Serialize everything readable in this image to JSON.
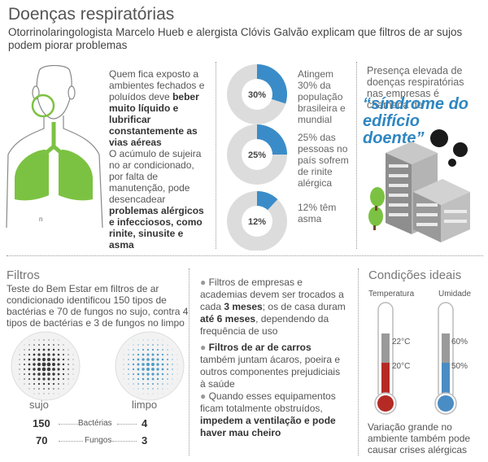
{
  "header": {
    "title": "Doenças respiratórias",
    "subtitle": "Otorrinolaringologista Marcelo Hueb e alergista Clóvis Galvão explicam que filtros de ar sujos podem piorar problemas"
  },
  "body_panel": {
    "text1_plain": "Quem fica exposto a ambientes fechados e poluídos deve",
    "text1_bold": "beber muito líquido e lubrificar constantemente as vias aéreas",
    "text2_plain": "O acúmulo de sujeira no ar condicionado, por falta de manutenção, pode desencadear",
    "text2_bold": "problemas alérgicos e infecciosos, como rinite, sinusite e asma",
    "colors": {
      "lung": "#7cc242",
      "body": "#ffffff",
      "outline": "#888888"
    }
  },
  "chart_data": {
    "type": "pie",
    "charts": [
      {
        "value": 30,
        "label": "30%",
        "text": "Atingem 30% da população brasileira e mundial"
      },
      {
        "value": 25,
        "label": "25%",
        "text": "25% das pessoas no país sofrem de rinite alérgica"
      },
      {
        "value": 12,
        "label": "12%",
        "text": "12% têm asma"
      }
    ],
    "colors": {
      "fill": "#3a8cc8",
      "rest": "#dcdcdc"
    }
  },
  "building_panel": {
    "intro": "Presença elevada de doenças respiratórias nas empresas é chamada de",
    "highlight": "“síndrome do edifício doente”"
  },
  "filters": {
    "title": "Filtros",
    "description": "Teste do Bem Estar em filtros de ar condicionado identificou 150 tipos de bactérias e 70 de fungos no sujo, contra 4 tipos de bactérias e 3 de fungos no limpo",
    "dirty_label": "sujo",
    "clean_label": "limpo",
    "rows": [
      {
        "left": "150",
        "name": "Bactérias",
        "right": "4"
      },
      {
        "left": "70",
        "name": "Fungos",
        "right": "3"
      }
    ],
    "bullets": [
      {
        "plain_a": "Filtros de empresas e academias devem ser trocados a cada ",
        "bold_a": "3 meses",
        "plain_b": "; os de casa duram ",
        "bold_b": "até 6 meses",
        "plain_c": ", dependendo da frequência de uso"
      },
      {
        "bold_a": "Filtros de ar de carros",
        "plain_b": " também juntam ácaros, poeira e outros componentes prejudiciais à saúde"
      },
      {
        "plain_a": "Quando esses equipamentos ficam totalmente obstruídos, ",
        "bold_a": "impedem a ventilação e pode haver mau cheiro"
      }
    ]
  },
  "conditions": {
    "title": "Condições ideais",
    "temp_label": "Temperatura",
    "humidity_label": "Umidade",
    "temp_high": "22°C",
    "temp_low": "20°C",
    "hum_high": "60%",
    "hum_low": "50%",
    "note": "Variação grande no ambiente também pode causar crises alérgicas",
    "colors": {
      "temp": "#b52a25",
      "humidity": "#4a8cc4"
    }
  }
}
